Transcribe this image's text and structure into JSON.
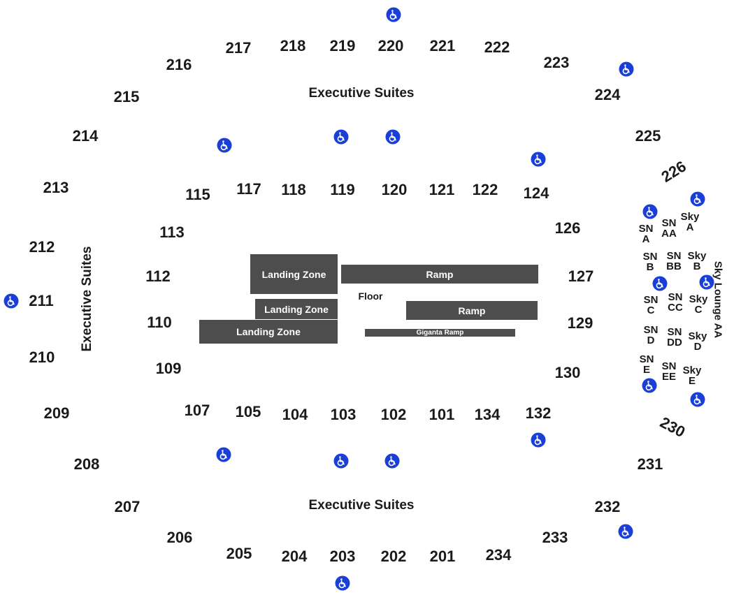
{
  "colors": {
    "blocks": "#4d4d4d",
    "accessible": "#1a3fd6",
    "text": "#1a1a1a"
  },
  "labels": {
    "exec_top": "Executive Suites",
    "exec_bottom": "Executive Suites",
    "exec_left": "Executive Suites",
    "sky_lounge": "Sky Lounge AA",
    "floor": "Floor"
  },
  "floor_blocks": {
    "landing_zone_1": "Landing Zone",
    "landing_zone_2": "Landing Zone",
    "landing_zone_3": "Landing Zone",
    "ramp_1": "Ramp",
    "ramp_2": "Ramp",
    "giganta_ramp": "Giganta Ramp"
  },
  "sections": {
    "s201": "201",
    "s202": "202",
    "s203": "203",
    "s204": "204",
    "s205": "205",
    "s206": "206",
    "s207": "207",
    "s208": "208",
    "s209": "209",
    "s210": "210",
    "s211": "211",
    "s212": "212",
    "s213": "213",
    "s214": "214",
    "s215": "215",
    "s216": "216",
    "s217": "217",
    "s218": "218",
    "s219": "219",
    "s220": "220",
    "s221": "221",
    "s222": "222",
    "s223": "223",
    "s224": "224",
    "s225": "225",
    "s226": "226",
    "s230": "230",
    "s231": "231",
    "s232": "232",
    "s233": "233",
    "s234": "234",
    "s101": "101",
    "s102": "102",
    "s103": "103",
    "s104": "104",
    "s105": "105",
    "s107": "107",
    "s109": "109",
    "s110": "110",
    "s112": "112",
    "s113": "113",
    "s115": "115",
    "s117": "117",
    "s118": "118",
    "s119": "119",
    "s120": "120",
    "s121": "121",
    "s122": "122",
    "s124": "124",
    "s126": "126",
    "s127": "127",
    "s129": "129",
    "s130": "130",
    "s132": "132",
    "s134": "134"
  },
  "suites": {
    "sn_a": [
      "SN",
      "A"
    ],
    "sn_aa": [
      "SN",
      "AA"
    ],
    "sky_a": [
      "Sky",
      "A"
    ],
    "sn_b": [
      "SN",
      "B"
    ],
    "sn_bb": [
      "SN",
      "BB"
    ],
    "sky_b": [
      "Sky",
      "B"
    ],
    "sn_c": [
      "SN",
      "C"
    ],
    "sn_cc": [
      "SN",
      "CC"
    ],
    "sky_c": [
      "Sky",
      "C"
    ],
    "sn_d": [
      "SN",
      "D"
    ],
    "sn_dd": [
      "SN",
      "DD"
    ],
    "sky_d": [
      "Sky",
      "D"
    ],
    "sn_e": [
      "SN",
      "E"
    ],
    "sn_ee": [
      "SN",
      "EE"
    ],
    "sky_e": [
      "Sky",
      "E"
    ]
  },
  "accessible_icon": "wheelchair-icon"
}
